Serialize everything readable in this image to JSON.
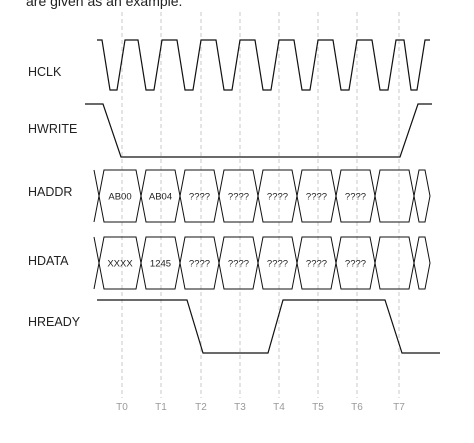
{
  "caption": "are given as an example.",
  "signals": {
    "hclk": "HCLK",
    "hwrite": "HWRITE",
    "haddr": "HADDR",
    "hdata": "HDATA",
    "hready": "HREADY"
  },
  "haddr_values": [
    "AB00",
    "AB04",
    "????",
    "????",
    "????",
    "????",
    "????",
    ""
  ],
  "hdata_values": [
    "XXXX",
    "1245",
    "????",
    "????",
    "????",
    "????",
    "????",
    ""
  ],
  "time_labels": [
    "T0",
    "T1",
    "T2",
    "T3",
    "T4",
    "T5",
    "T6",
    "T7"
  ]
}
